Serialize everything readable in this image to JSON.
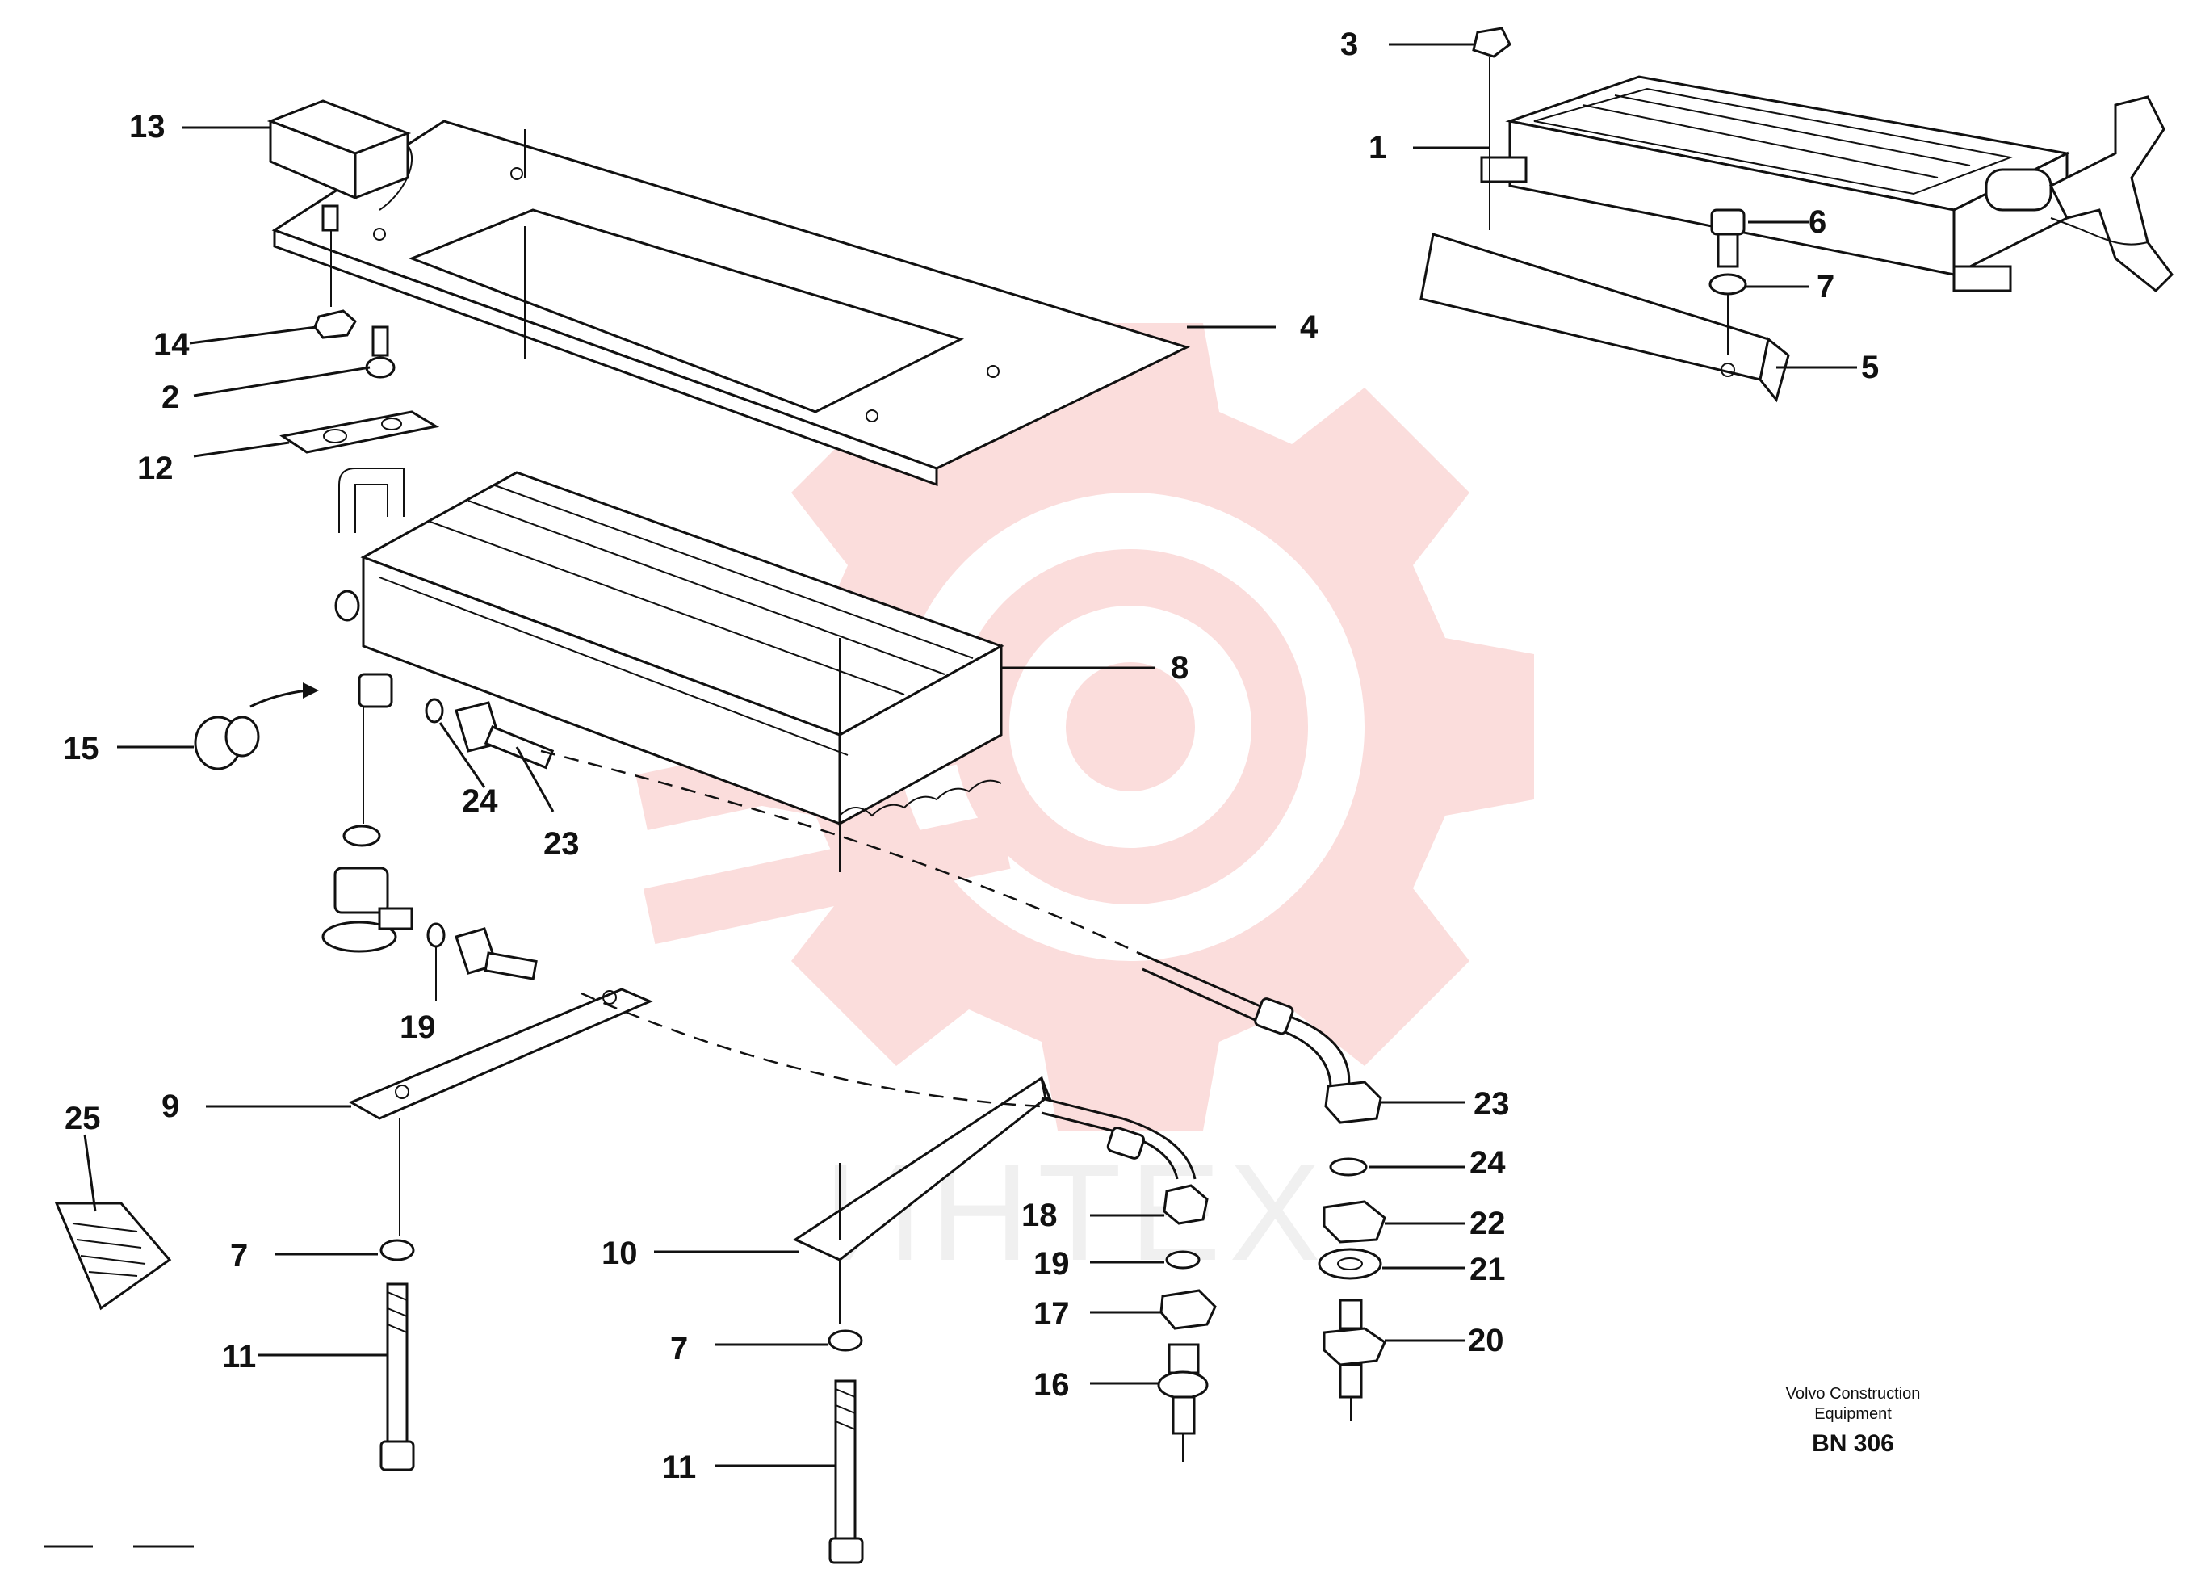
{
  "callouts": [
    {
      "num": "3"
    },
    {
      "num": "1"
    },
    {
      "num": "6"
    },
    {
      "num": "7"
    },
    {
      "num": "5"
    },
    {
      "num": "13"
    },
    {
      "num": "14"
    },
    {
      "num": "2"
    },
    {
      "num": "12"
    },
    {
      "num": "4"
    },
    {
      "num": "8"
    },
    {
      "num": "15"
    },
    {
      "num": "24"
    },
    {
      "num": "23"
    },
    {
      "num": "19"
    },
    {
      "num": "9"
    },
    {
      "num": "25"
    },
    {
      "num": "7"
    },
    {
      "num": "11"
    },
    {
      "num": "10"
    },
    {
      "num": "7"
    },
    {
      "num": "11"
    },
    {
      "num": "18"
    },
    {
      "num": "19"
    },
    {
      "num": "17"
    },
    {
      "num": "16"
    },
    {
      "num": "23"
    },
    {
      "num": "24"
    },
    {
      "num": "22"
    },
    {
      "num": "21"
    },
    {
      "num": "20"
    }
  ],
  "caption": {
    "line1": "Volvo Construction",
    "line2": "Equipment",
    "code": "BN 306"
  },
  "watermark": {
    "text": "ИНТЕХ",
    "color": "#e8413c"
  }
}
